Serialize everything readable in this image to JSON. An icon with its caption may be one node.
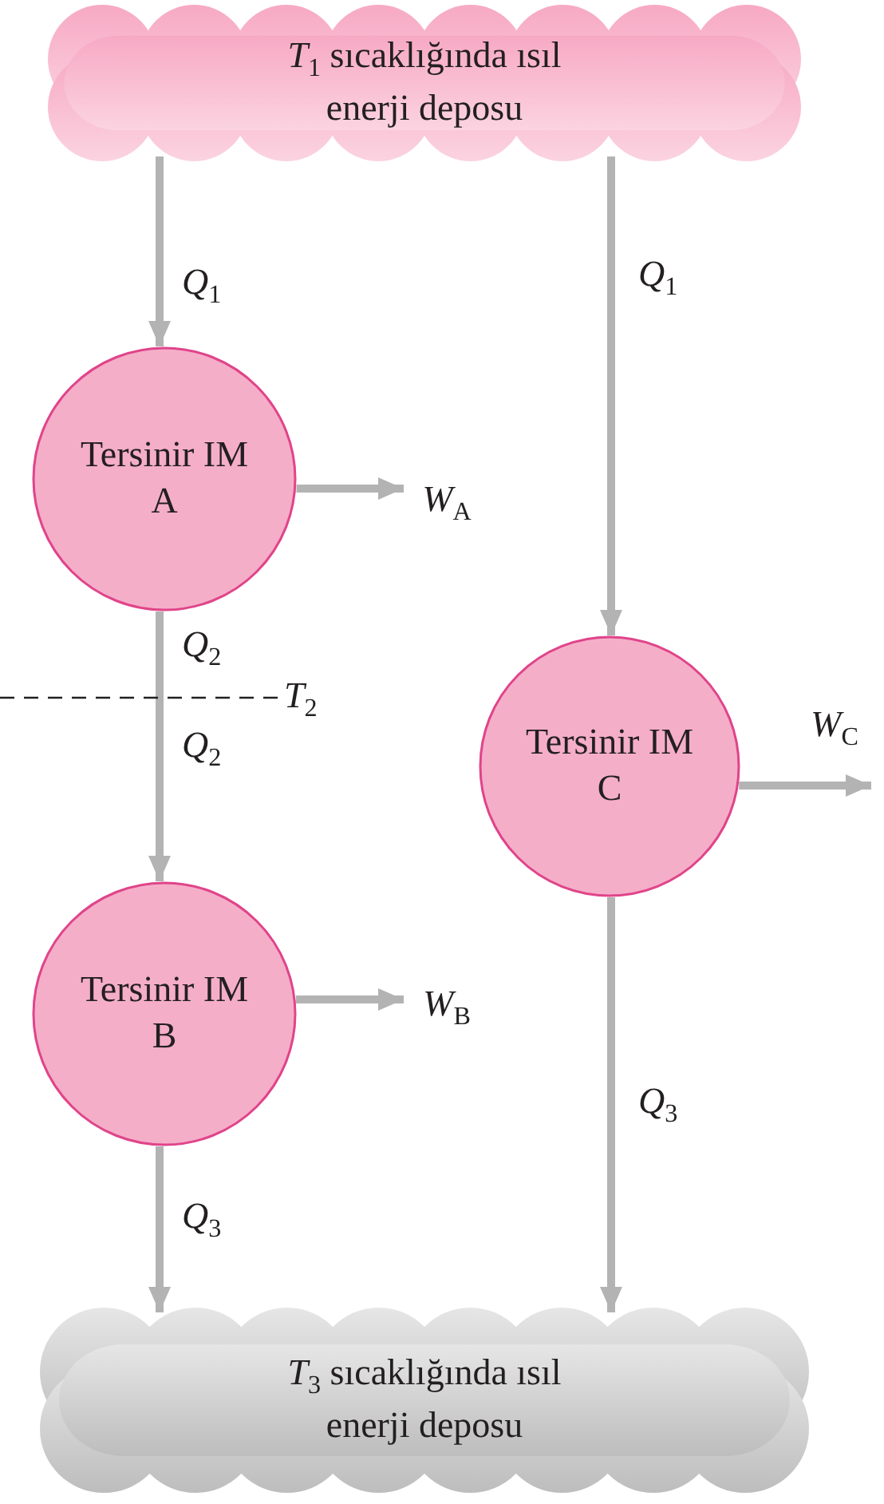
{
  "diagram": {
    "nodes": [
      {
        "text": [
          "*T*$_{1}$ sıcaklığında ısıl enerji deposu"
        ]
      },
      {
        "text": [
          "Tersinir IM A"
        ]
      },
      {
        "text": [
          "Tersinir IM C"
        ]
      },
      {
        "text": [
          "Tersinir IM B"
        ]
      },
      {
        "text": [
          "*T*$_{3}$ sıcaklığında ısıl enerji deposu"
        ]
      },
      {
        "text": [
          "*W*$_{A}$"
        ]
      },
      {
        "text": [
          "*W*$_{B}$"
        ]
      },
      {
        "text": [
          "*W*$_{C}$"
        ]
      }
    ],
    "edges": [
      {
        "from": 0,
        "to": 1,
        "arrow": "to",
        "label": "*Q*$_{1}$"
      },
      {
        "from": 1,
        "to": 5,
        "arrow": "to"
      },
      {
        "from": 1,
        "to": 3,
        "arrow": "to",
        "label": "*Q*$_{2}$"
      },
      {
        "from": 3,
        "to": 6,
        "arrow": "to"
      },
      {
        "from": 3,
        "to": 4,
        "arrow": "to",
        "label": "*Q*$_{3}$"
      },
      {
        "from": 0,
        "to": 2,
        "arrow": "to",
        "label": "*Q*$_{1}$"
      },
      {
        "from": 2,
        "to": 7,
        "arrow": "to"
      },
      {
        "from": 2,
        "to": 4,
        "arrow": "to",
        "label": "*Q*$_{3}$"
      }
    ],
    "labels": [
      "*T*$_{2}$",
      "*Q*$_{2}$"
    ]
  }
}
